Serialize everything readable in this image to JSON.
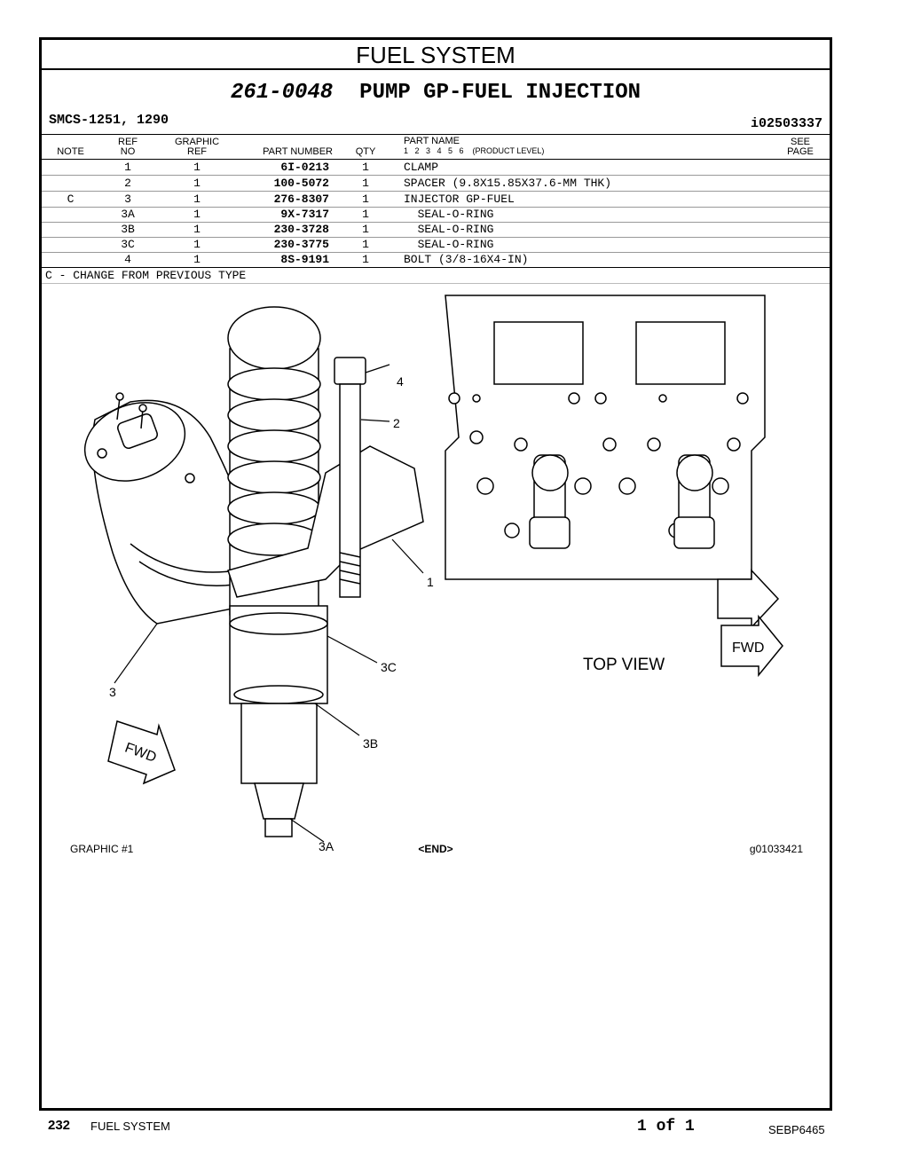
{
  "section_title": "FUEL SYSTEM",
  "group": {
    "number": "261-0048",
    "name": "PUMP GP-FUEL INJECTION"
  },
  "smcs": "SMCS-1251, 1290",
  "illustration_id": "i02503337",
  "headers": {
    "note": "NOTE",
    "ref_top": "REF",
    "ref_bottom": "NO",
    "graphic_top": "GRAPHIC",
    "graphic_bottom": "REF",
    "part_number": "PART NUMBER",
    "qty": "QTY",
    "part_name": "PART NAME",
    "levels": "1   2   3   4   5   6    (PRODUCT LEVEL)",
    "see_top": "SEE",
    "see_bottom": "PAGE"
  },
  "parts": [
    {
      "note": "",
      "ref": "1",
      "gref": "1",
      "pn": "6I-0213",
      "qty": "1",
      "name": "CLAMP"
    },
    {
      "note": "",
      "ref": "2",
      "gref": "1",
      "pn": "100-5072",
      "qty": "1",
      "name": "SPACER (9.8X15.85X37.6-MM THK)"
    },
    {
      "note": "C",
      "ref": "3",
      "gref": "1",
      "pn": "276-8307",
      "qty": "1",
      "name": "INJECTOR GP-FUEL"
    },
    {
      "note": "",
      "ref": "3A",
      "gref": "1",
      "pn": "9X-7317",
      "qty": "1",
      "name": "  SEAL-O-RING"
    },
    {
      "note": "",
      "ref": "3B",
      "gref": "1",
      "pn": "230-3728",
      "qty": "1",
      "name": "  SEAL-O-RING"
    },
    {
      "note": "",
      "ref": "3C",
      "gref": "1",
      "pn": "230-3775",
      "qty": "1",
      "name": "  SEAL-O-RING"
    },
    {
      "note": "",
      "ref": "4",
      "gref": "1",
      "pn": "8S-9191",
      "qty": "1",
      "name": "BOLT (3/8-16X4-IN)"
    }
  ],
  "note_text": "C - CHANGE FROM PREVIOUS TYPE",
  "illustration": {
    "callouts": {
      "c1": "1",
      "c2": "2",
      "c3": "3",
      "c3a": "3A",
      "c3b": "3B",
      "c3c": "3C",
      "c4": "4"
    },
    "fwd_label": "FWD",
    "top_view_label": "TOP VIEW",
    "top_view_fwd": "FWD"
  },
  "figure_footer": {
    "left": "GRAPHIC #1",
    "center": "<END>",
    "right": "g01033421"
  },
  "page_footer": {
    "page_number": "232",
    "section": "FUEL SYSTEM",
    "page_of": "1 of 1",
    "doc_id": "SEBP6465"
  }
}
